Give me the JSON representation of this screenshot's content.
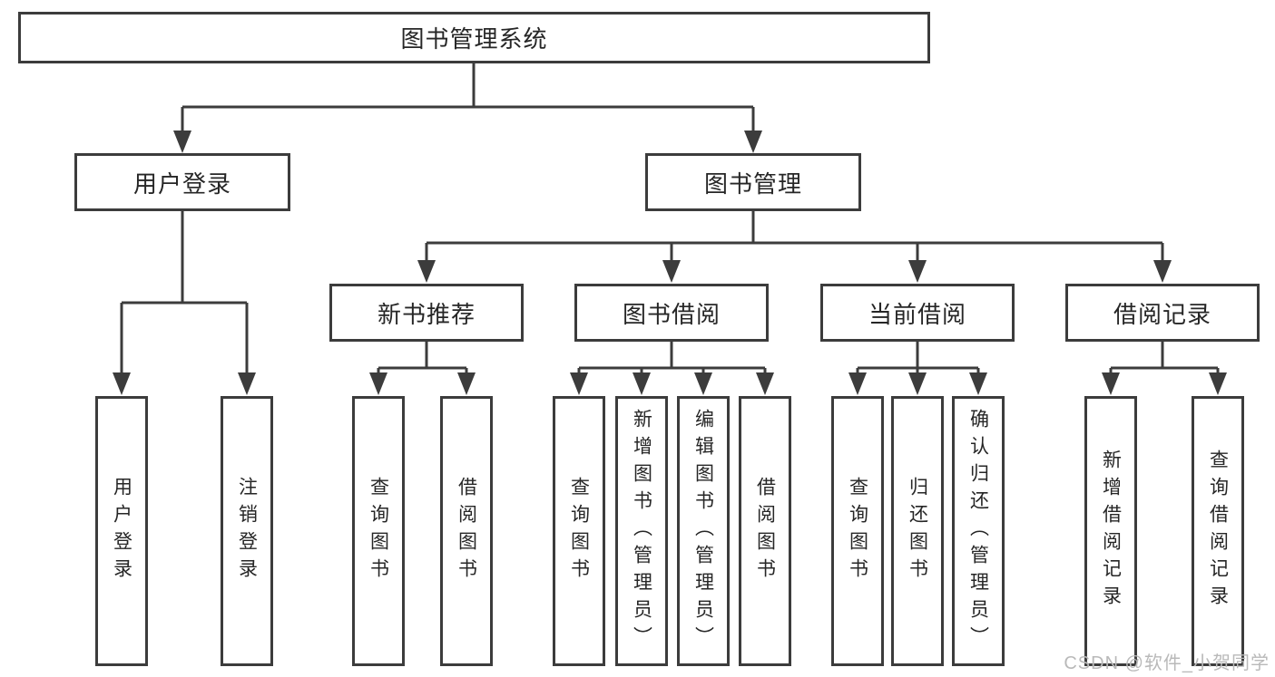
{
  "nodes": {
    "root": "图书管理系统",
    "level2": [
      "用户登录",
      "图书管理"
    ],
    "level3": [
      "新书推荐",
      "图书借阅",
      "当前借阅",
      "借阅记录"
    ],
    "leaves": {
      "user_login": [
        "用户登录",
        "注销登录"
      ],
      "new_book": [
        "查询图书",
        "借阅图书"
      ],
      "book_borrow": [
        "查询图书",
        "新增图书（管理员）",
        "编辑图书（管理员）",
        "借阅图书"
      ],
      "current_borrow": [
        "查询图书",
        "归还图书",
        "确认归还（管理员）"
      ],
      "borrow_records": [
        "新增借阅记录",
        "查询借阅记录"
      ]
    }
  },
  "watermark": "CSDN @软件_小贺同学",
  "colors": {
    "line": "#3c3c3c",
    "text": "#262626",
    "watermark": "#b9b9b9",
    "background": "#ffffff"
  }
}
